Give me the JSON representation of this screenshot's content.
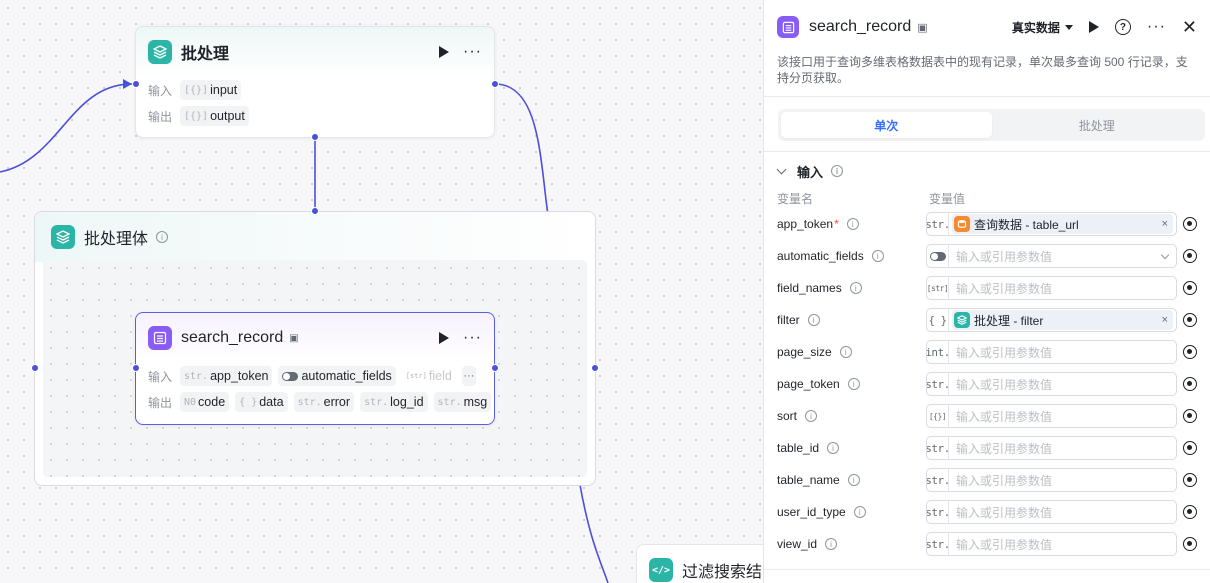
{
  "canvas": {
    "batch_node": {
      "title": "批处理",
      "input_label": "输入",
      "output_label": "输出",
      "inputs": [
        {
          "type": "[{}]",
          "name": "input"
        }
      ],
      "outputs": [
        {
          "type": "[{}]",
          "name": "output"
        }
      ]
    },
    "batch_body": {
      "title": "批处理体"
    },
    "search_node": {
      "title": "search_record",
      "input_label": "输入",
      "output_label": "输出",
      "inputs": [
        {
          "type": "str.",
          "name": "app_token"
        },
        {
          "type": "toggle",
          "name": "automatic_fields"
        },
        {
          "type": "[str]",
          "name": "field"
        }
      ],
      "more": "···",
      "outputs": [
        {
          "type": "N0",
          "name": "code"
        },
        {
          "type": "{ }",
          "name": "data"
        },
        {
          "type": "str.",
          "name": "error"
        },
        {
          "type": "str.",
          "name": "log_id"
        },
        {
          "type": "str.",
          "name": "msg"
        }
      ]
    },
    "filter_node": {
      "title": "过滤搜索结"
    }
  },
  "panel": {
    "title": "search_record",
    "data_mode": "真实数据",
    "description": "该接口用于查询多维表格数据表中的现有记录，单次最多查询 500 行记录，支持分页获取。",
    "tabs": [
      {
        "label": "单次",
        "active": true
      },
      {
        "label": "批处理",
        "active": false
      }
    ],
    "section_title": "输入",
    "col_name": "变量名",
    "col_value": "变量值",
    "params": [
      {
        "name": "app_token",
        "required": true,
        "type": "str.",
        "ref": {
          "label": "查询数据 - table_url",
          "icon": "database-icon",
          "color": "#f58a2e"
        }
      },
      {
        "name": "automatic_fields",
        "type": "toggle",
        "placeholder": "输入或引用参数值",
        "dropdown": true
      },
      {
        "name": "field_names",
        "type": "[str]",
        "placeholder": "输入或引用参数值"
      },
      {
        "name": "filter",
        "type": "{ }",
        "ref": {
          "label": "批处理 - filter",
          "icon": "layers-icon",
          "color": "#2bb5a7"
        }
      },
      {
        "name": "page_size",
        "type": "int.",
        "placeholder": "输入或引用参数值"
      },
      {
        "name": "page_token",
        "type": "str.",
        "placeholder": "输入或引用参数值"
      },
      {
        "name": "sort",
        "type": "[{}]",
        "placeholder": "输入或引用参数值"
      },
      {
        "name": "table_id",
        "type": "str.",
        "placeholder": "输入或引用参数值"
      },
      {
        "name": "table_name",
        "type": "str.",
        "placeholder": "输入或引用参数值"
      },
      {
        "name": "user_id_type",
        "type": "str.",
        "placeholder": "输入或引用参数值"
      },
      {
        "name": "view_id",
        "type": "str.",
        "placeholder": "输入或引用参数值"
      }
    ]
  },
  "colors": {
    "wire": "#4b50d9",
    "accent": "#3370ff",
    "teal": "#2bb5a7",
    "purple": "#8a5cf6"
  }
}
